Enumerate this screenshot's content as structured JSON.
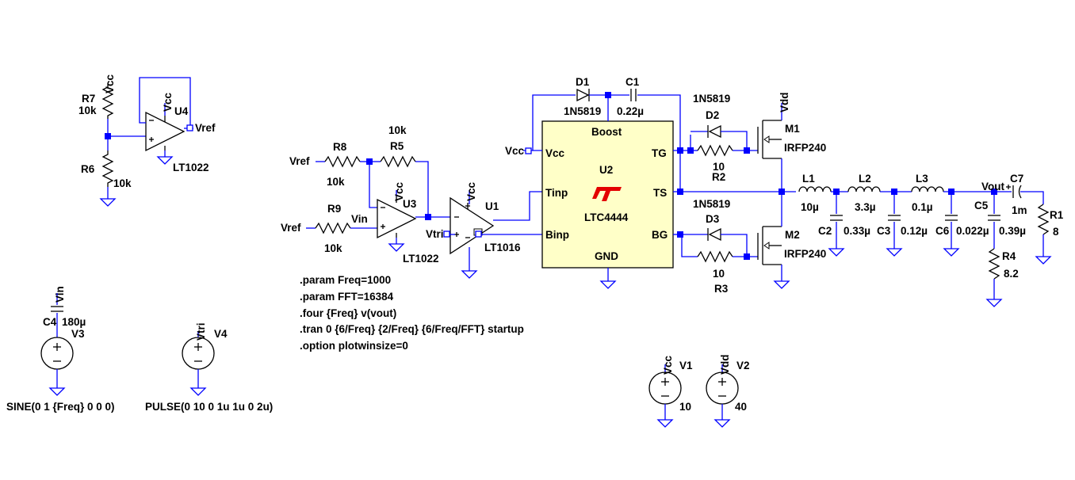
{
  "colors": {
    "wire": "#0000ff",
    "component": "#000000",
    "ic_fill": "#ffffc8",
    "logo": "#e30000",
    "background": "#ffffff"
  },
  "icons": {
    "ic_logo": "lt-logo-icon",
    "ground": "ground-icon"
  },
  "labels": {
    "r7": "R7",
    "r7_val": "10k",
    "r6": "R6",
    "r6_val": "10k",
    "u4": "U4",
    "u4_model": "LT1022",
    "r8": "R8",
    "r8_val": "10k",
    "r5": "R5",
    "r5_val": "10k",
    "r9": "R9",
    "r9_val": "10k",
    "u3": "U3",
    "u3_model": "LT1022",
    "u1": "U1",
    "u1_model": "LT1016",
    "d1": "D1",
    "d1_model": "1N5819",
    "c1": "C1",
    "c1_val": "0.22µ",
    "u2": "U2",
    "u2_model": "LTC4444",
    "pin_boost": "Boost",
    "pin_vcc": "Vcc",
    "pin_tinp": "Tinp",
    "pin_binp": "Binp",
    "pin_tg": "TG",
    "pin_ts": "TS",
    "pin_bg": "BG",
    "pin_gnd": "GND",
    "d2_model": "1N5819",
    "d2": "D2",
    "r2_val": "10",
    "r2": "R2",
    "d3_model": "1N5819",
    "d3": "D3",
    "r3_val": "10",
    "r3": "R3",
    "m1": "M1",
    "m1_model": "IRFP240",
    "m2": "M2",
    "m2_model": "IRFP240",
    "l1": "L1",
    "l1_val": "10µ",
    "l2": "L2",
    "l2_val": "3.3µ",
    "l3": "L3",
    "l3_val": "0.1µ",
    "c2": "C2",
    "c2_val": "0.33µ",
    "c3": "C3",
    "c3_val": "0.12µ",
    "c6": "C6",
    "c6_val": "0.022µ",
    "c5": "C5",
    "c5_val": "0.39µ",
    "c7": "C7",
    "c7_val": "1m",
    "r1": "R1",
    "r1_val": "8",
    "r4": "R4",
    "r4_val": "8.2",
    "c4": "C4",
    "c4_val": "180µ",
    "v3": "V3",
    "v3_val": "SINE(0 1 {Freq} 0 0 0)",
    "v4": "V4",
    "v4_val": "PULSE(0 10 0 1u 1u 0 2u)",
    "v1": "V1",
    "v1_val": "10",
    "v2": "V2",
    "v2_val": "40"
  },
  "nets": {
    "vcc": "Vcc",
    "vref": "Vref",
    "vin": "Vin",
    "vtri": "Vtri",
    "vdd": "Vdd",
    "vout": "Vout"
  },
  "directives": [
    ".param Freq=1000",
    ".param FFT=16384",
    ".four {Freq} v(vout)",
    ".tran 0 {6/Freq} {2/Freq} {6/Freq/FFT} startup",
    ".option plotwinsize=0"
  ]
}
